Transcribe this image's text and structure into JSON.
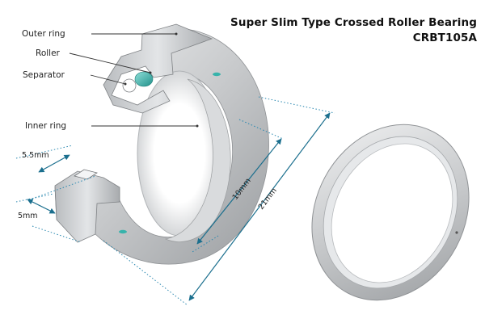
{
  "title": {
    "line1": "Super Slim Type Crossed Roller Bearing",
    "line2": "CRBT105A"
  },
  "labels": {
    "outer_ring": "Outer ring",
    "roller": "Roller",
    "separator": "Separator",
    "inner_ring": "Inner ring"
  },
  "dimensions": {
    "width_top": "5.5mm",
    "width_side": "5mm",
    "inner_diameter": "10mm",
    "outer_diameter": "21mm"
  },
  "colors": {
    "ring_metal": "#c9cbcd",
    "ring_highlight": "#eef0f2",
    "roller_teal": "#3fb7b0",
    "dimension_line": "#1b7fa0",
    "dimension_dotted": "#2a88b0"
  }
}
